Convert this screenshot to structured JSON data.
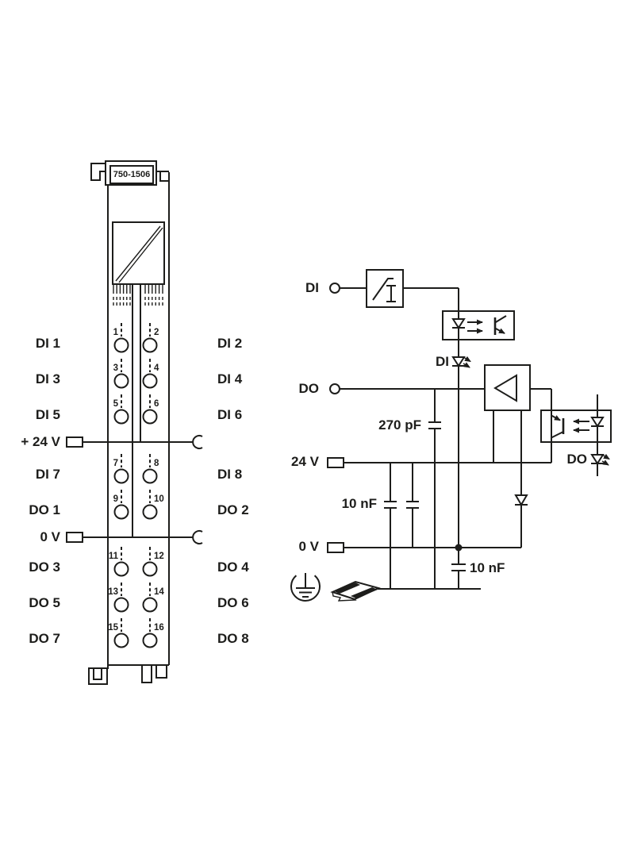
{
  "colors": {
    "ink": "#1d1d1b",
    "background": "#ffffff"
  },
  "module": {
    "model": "750-1506",
    "left_labels": [
      "DI 1",
      "DI 3",
      "DI 5",
      "+ 24 V",
      "DI 7",
      "DO 1",
      "0 V",
      "DO 3",
      "DO 5",
      "DO 7"
    ],
    "right_labels": [
      "DI 2",
      "DI 4",
      "DI 6",
      "DI 8",
      "DO 2",
      "DO 4",
      "DO 6",
      "DO 8"
    ],
    "contact_numbers": [
      "1",
      "2",
      "3",
      "4",
      "5",
      "6",
      "7",
      "8",
      "9",
      "10",
      "11",
      "12",
      "13",
      "14",
      "15",
      "16"
    ]
  },
  "schematic": {
    "di_label": "DI",
    "do_label": "DO",
    "v24_label": "24 V",
    "v0_label": "0 V",
    "cap_270": "270 pF",
    "cap_10_left": "10 nF",
    "cap_10_bottom": "10 nF",
    "led_di_label": "DI",
    "led_do_label": "DO"
  }
}
